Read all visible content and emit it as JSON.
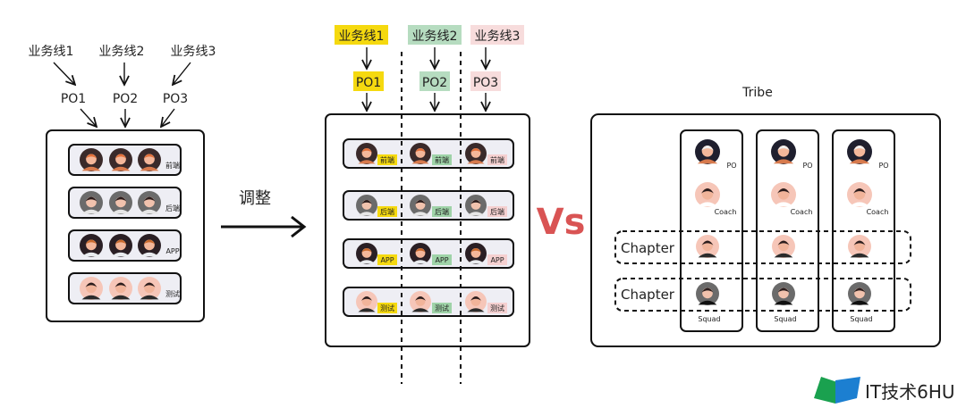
{
  "left": {
    "business_lines": [
      "业务线1",
      "业务线2",
      "业务线3"
    ],
    "pos": [
      "PO1",
      "PO2",
      "PO3"
    ],
    "rows": [
      "前端",
      "后端",
      "APP",
      "测试"
    ]
  },
  "adjust_label": "调整",
  "middle": {
    "business_lines": [
      "业务线1",
      "业务线2",
      "业务线3"
    ],
    "pos": [
      "PO1",
      "PO2",
      "PO3"
    ],
    "rows": [
      "前端",
      "后端",
      "APP",
      "测试"
    ],
    "colors": [
      "#f5d90f",
      "#9fd3a8",
      "#f5d0d0"
    ]
  },
  "vs_label": "Vs",
  "right": {
    "tribe_label": "Tribe",
    "po_label": "PO",
    "coach_label": "Coach",
    "chapter_labels": [
      "Chapter",
      "Chapter"
    ],
    "squad_label": "Squad"
  },
  "watermark": "IT技术6HU"
}
